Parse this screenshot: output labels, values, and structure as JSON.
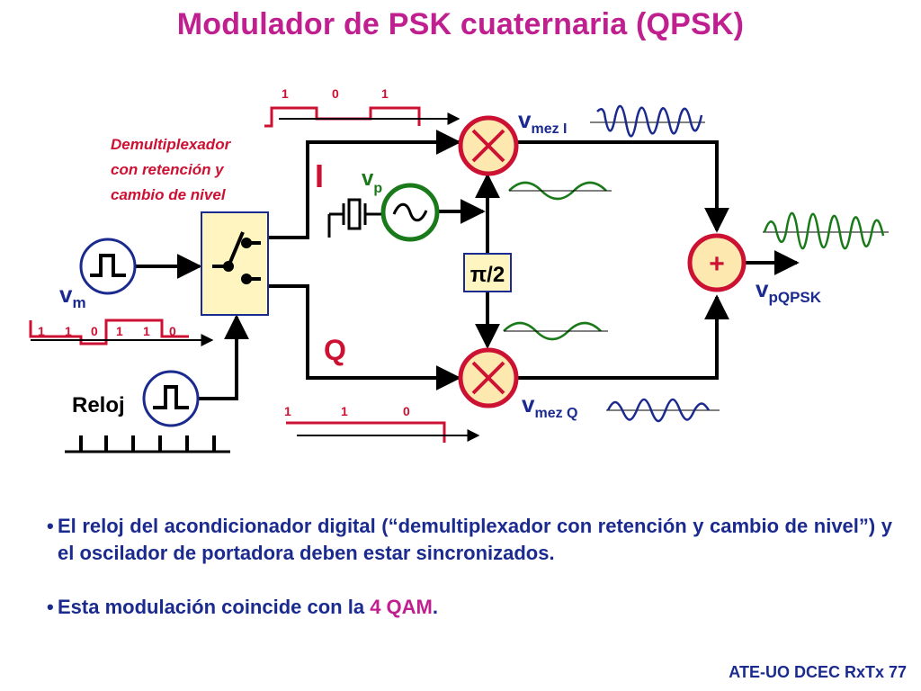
{
  "title": "Modulador de PSK cuaternaria (QPSK)",
  "colors": {
    "title": "#c0208f",
    "text": "#1b2a8e",
    "red": "#cc1133",
    "green": "#1a7a1a",
    "mixer_fill": "#fde9b0",
    "box_fill": "#fff5c0",
    "wire": "#000000"
  },
  "diagram": {
    "demux_label": [
      "Demultiplexador",
      "con retención y",
      "cambio de nivel"
    ],
    "input_signal_label": "v",
    "input_signal_sub": "m",
    "input_bits": [
      "1",
      "1",
      "0",
      "1",
      "1",
      "0"
    ],
    "clock_label": "Reloj",
    "branch_i": "I",
    "branch_q": "Q",
    "bits_i": [
      "1",
      "0",
      "1"
    ],
    "bits_q": [
      "1",
      "1",
      "0"
    ],
    "carrier_label": "v",
    "carrier_sub": "p",
    "phase_shift": "π/2",
    "mixer_i_label": "v",
    "mixer_i_sub": "mez I",
    "mixer_q_label": "v",
    "mixer_q_sub": "mez Q",
    "adder_symbol": "+",
    "output_label": "v",
    "output_sub": "pQPSK",
    "icons": [
      "pulse-source-icon",
      "clock-source-icon",
      "sine-oscillator-icon",
      "mixer-icon",
      "adder-icon",
      "switch-icon"
    ]
  },
  "bullets": [
    {
      "text": "El reloj del acondicionador digital (“demultiplexador con retención y cambio de nivel”) y el oscilador de portadora deben estar sincronizados."
    },
    {
      "before": "Esta modulación coincide con la ",
      "highlight": "4 QAM",
      "after": "."
    }
  ],
  "footer": "ATE-UO DCEC RxTx 77"
}
